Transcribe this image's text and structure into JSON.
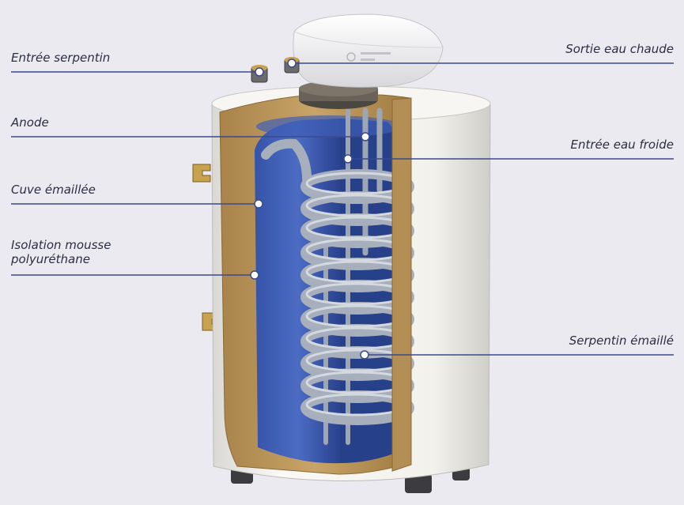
{
  "labels": {
    "coil_inlet": "Entrée serpentin",
    "hot_water_outlet": "Sortie eau chaude",
    "anode": "Anode",
    "cold_water_inlet": "Entrée eau froide",
    "enamelled_tank": "Cuve émaillée",
    "enamelled_coil": "Serpentin émaillé",
    "insulation_line1": "Isolation mousse",
    "insulation_line2": "polyuréthane"
  },
  "colors": {
    "background": "#eceaf1",
    "leader_line": "#3a4a8c",
    "tank_shell": "#f4f3ef",
    "insulation": "#b8955a",
    "tank_inner": "#2f4fa8",
    "coil": "#a9b1bd"
  }
}
